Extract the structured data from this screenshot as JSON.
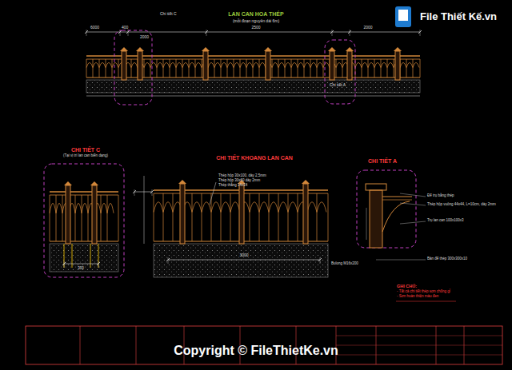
{
  "diagram": {
    "title": "LAN CAN HOA THÉP",
    "labels": [
      "(mỗi đoạn nguyên dài 6m)",
      "Chi tiết C",
      "Chi tiết A",
      "6000",
      "400",
      "2000",
      "2500",
      "2000",
      "CHI TIẾT C",
      "(Tại vị trí lan can biến dạng)",
      "CHI TIẾT KHOANG LAN CAN",
      "Thép hộp 30x100, dày 2,5mm",
      "Thép hộp 30x60 dày 2mm",
      "Thép thẳng 14x14",
      "3000",
      "Bulong M16x200",
      "CHI TIẾT A",
      "Đế trụ bằng thép",
      "Thép hộp vuông 44x44, L=10cm, dày 2mm",
      "Trụ lan can 100x100x3",
      "Bản đế thép 300x300x10",
      "GHI CHÚ:",
      "- Tất cả chi tiết thép sơn chống gỉ",
      "- Sơn hoàn thiện màu đen",
      "Copyright © FileThietKe.vn",
      "File Thiết Kế.vn",
      "300"
    ]
  }
}
